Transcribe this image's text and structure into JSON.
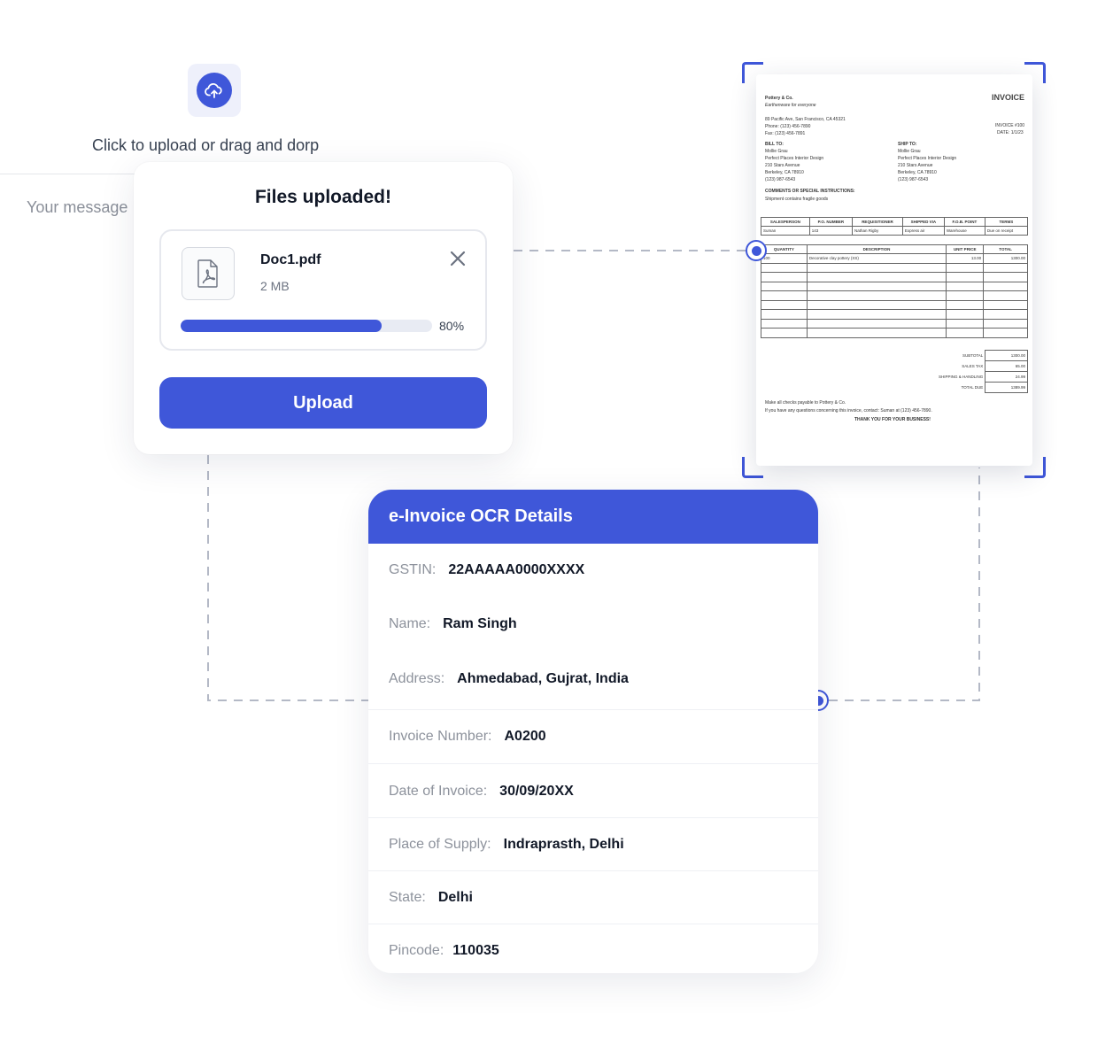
{
  "colors": {
    "accent": "#3f57d9",
    "accent_light": "#eef0fb",
    "connector": "#b4b9c6"
  },
  "upload_panel": {
    "icon": "cloud-upload-icon",
    "hint": "Click to upload or drag and dorp",
    "message_placeholder": "Your message"
  },
  "upload_card": {
    "title": "Files uploaded!",
    "file": {
      "icon": "pdf-file-icon",
      "name": "Doc1.pdf",
      "size": "2 MB",
      "progress": 0.8,
      "progress_label": "80%"
    },
    "close_icon": "close-icon",
    "upload_label": "Upload"
  },
  "invoice": {
    "company": "Pottery & Co.",
    "tagline": "Earthenware for everyone",
    "heading": "INVOICE",
    "address_lines": [
      "89 Pacific Ave, San Francisco, CA 45321",
      "Phone: (123) 456-7890",
      "Fax: (123) 456-7891"
    ],
    "invoice_no": "INVOICE #100",
    "date": "DATE: 1/1/23",
    "bill_to_label": "BILL TO:",
    "bill_to": [
      "Mollie Grau",
      "Perfect Places Interior Design",
      "210 Stars Avenue",
      "Berkeley, CA 78910",
      "(123) 987-6543"
    ],
    "ship_to_label": "SHIP TO:",
    "ship_to": [
      "Mollie Grau",
      "Perfect Places Interior Design",
      "210 Stars Avenue",
      "Berkeley, CA 78910",
      "(123) 987-6543"
    ],
    "comments_label": "COMMENTS OR SPECIAL INSTRUCTIONS:",
    "comments": "Shipment contains fragile goods",
    "order_headers": [
      "SALESPERSON",
      "P.O. NUMBER",
      "REQUISITIONER",
      "SHIPPED VIA",
      "F.O.B. POINT",
      "TERMS"
    ],
    "order_values": [
      "Suman",
      "143",
      "Nathan Rigby",
      "Express air",
      "Warehouse",
      "Due on receipt"
    ],
    "item_headers": [
      "QUANTITY",
      "DESCRIPTION",
      "UNIT PRICE",
      "TOTAL"
    ],
    "item_row": [
      "100",
      "Decorative clay pottery (XS)",
      "13.00",
      "1300.00"
    ],
    "totals": [
      {
        "label": "SUBTOTAL",
        "value": "1300.00"
      },
      {
        "label": "SALES TAX",
        "value": "65.00"
      },
      {
        "label": "SHIPPING & HANDLING",
        "value": "24.99"
      },
      {
        "label": "TOTAL DUE",
        "value": "1389.99"
      }
    ],
    "footer_1": "Make all checks payable to Pottery & Co.",
    "footer_2": "If you have any questions concerning this invoice, contact: Suman at (123) 456-7890.",
    "thanks": "THANK YOU FOR YOUR BUSINESS!"
  },
  "ocr": {
    "title": "e-Invoice OCR Details",
    "fields": [
      {
        "label": "GSTIN:",
        "value": "22AAAAA0000XXXX"
      },
      {
        "label": "Name:",
        "value": "Ram Singh"
      },
      {
        "label": "Address:",
        "value": "Ahmedabad, Gujrat, India"
      },
      {
        "label": "Invoice Number:",
        "value": "A0200"
      },
      {
        "label": "Date of Invoice:",
        "value": "30/09/20XX"
      },
      {
        "label": "Place of Supply:",
        "value": "Indraprasth, Delhi"
      },
      {
        "label": "State:",
        "value": "Delhi"
      },
      {
        "label": "Pincode:",
        "value": "110035"
      }
    ]
  }
}
